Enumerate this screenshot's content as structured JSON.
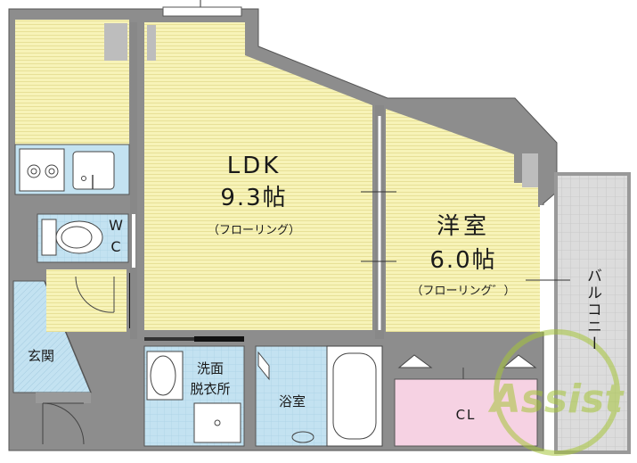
{
  "rooms": {
    "ldk": {
      "name": "LDK",
      "size": "9.3帖",
      "floor": "（フローリング）"
    },
    "western": {
      "name": "洋室",
      "size": "6.0帖",
      "floor": "（フローリング゛）"
    },
    "wc": {
      "line1": "W",
      "line2": "C"
    },
    "entrance": {
      "name": "玄関"
    },
    "washroom": {
      "line1": "洗面",
      "line2": "脱衣所"
    },
    "bath": {
      "name": "浴室"
    },
    "closet": {
      "name": "CL"
    },
    "balcony": {
      "name": "バルコニー"
    }
  },
  "watermark": {
    "text": "Assist"
  },
  "colors": {
    "wall": "#8c8c8c",
    "floor_yellow": "#f7f3b8",
    "floor_blue": "#c3e2f1",
    "closet_pink": "#f6d2e3",
    "balcony_gray": "#d9d9d9",
    "watermark_green": "#a6c53a"
  }
}
